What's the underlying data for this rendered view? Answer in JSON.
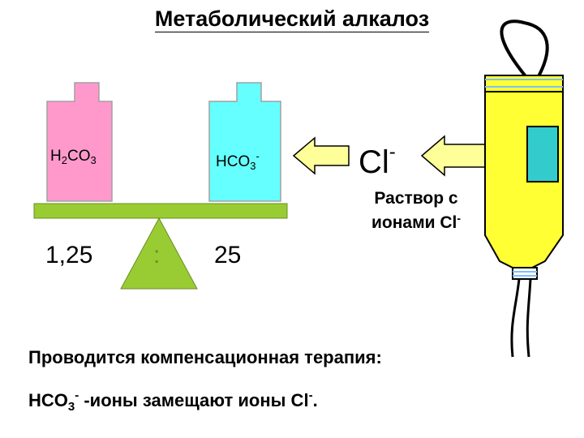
{
  "title": "Метаболический алкалоз",
  "left_weight": {
    "main": "H",
    "sub1": "2",
    "main2": "CO",
    "sub2": "3"
  },
  "right_weight": {
    "main": "HCO",
    "sub": "3",
    "sup": "-"
  },
  "left_value": "1,25",
  "fulcrum_sign": ":",
  "right_value": "25",
  "ion": {
    "symbol": "Cl",
    "charge": "-"
  },
  "solution": {
    "line1": "Раствор с",
    "line2": "ионами Cl",
    "charge": "-"
  },
  "therapy": {
    "line1": "Проводится компенсационная терапия:",
    "line2_formula": "HCO",
    "line2_sub": "3",
    "line2_sup": "-",
    "line2_text": " -ионы замещают ионы Cl",
    "line2_sup2": "-",
    "line2_end": "."
  },
  "colors": {
    "left_weight": "#ff99cc",
    "right_weight": "#66ffff",
    "beam": "#99cc33",
    "fulcrum": "#99cc33",
    "bag": "#ffff33",
    "bag_window": "#33cccc",
    "arrow": "#ffff99"
  }
}
